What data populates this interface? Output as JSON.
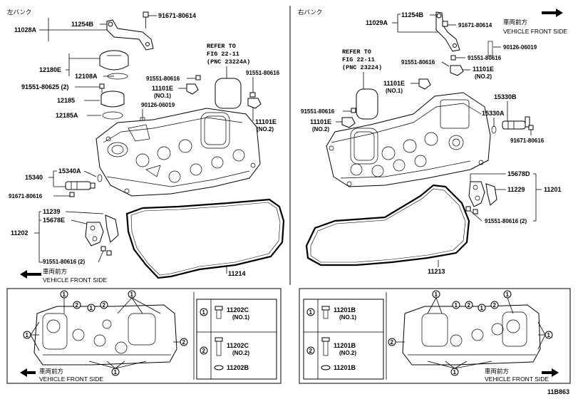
{
  "left": {
    "bank_label": "左バンク",
    "parts": {
      "p11028A": "11028A",
      "p11254B": "11254B",
      "p91671_80614": "91671-80614",
      "p12180E": "12180E",
      "p12108A": "12108A",
      "p91551_80625": "91551-80625 (2)",
      "p12185": "12185",
      "p12185A": "12185A",
      "p91551_80616a": "91551-80616",
      "p11101E_no1": "11101E",
      "no1": "(NO.1)",
      "p90126_06019": "90126-06019",
      "p91551_80616b": "91551-80616",
      "p11101E_no2": "11101E",
      "no2": "(NO.2)",
      "p15340": "15340",
      "p15340A": "15340A",
      "p91671_80616": "91671-80616",
      "p11239": "11239",
      "p15678E": "15678E",
      "p11202": "11202",
      "p91551_80616_2": "91551-80616 (2)",
      "p11214": "11214"
    },
    "refer": [
      "REFER TO",
      "FIG 22-11",
      "(PNC 23224A)"
    ],
    "front_jp": "車両前方",
    "front_en": "VEHICLE FRONT SIDE"
  },
  "right": {
    "bank_label": "右バンク",
    "parts": {
      "p11029A": "11029A",
      "p11254B": "11254B",
      "p91671_80614": "91671-80614",
      "p90126_06019": "90126-06019",
      "p91551_80616a": "91551-80616",
      "p91551_80616b": "91551-80616",
      "p11101E_no2": "11101E",
      "no2": "(NO.2)",
      "p11101E_no1": "11101E",
      "no1": "(NO.1)",
      "p15330B": "15330B",
      "p15330A": "15330A",
      "p91551_80616c": "91551-80616",
      "p11101E_b": "11101E",
      "no2b": "(NO.2)",
      "p91671_80616": "91671-80616",
      "p15678D": "15678D",
      "p11229": "11229",
      "p11201": "11201",
      "p91551_80616_2": "91551-80616 (2)",
      "p11213": "11213"
    },
    "refer": [
      "REFER TO",
      "FIG 22-11",
      "(PNC 23224)"
    ],
    "front_jp": "車両前方",
    "front_en": "VEHICLE FRONT SIDE"
  },
  "left_detail": {
    "front_jp": "車両前方",
    "front_en": "VEHICLE FRONT SIDE",
    "legend": [
      {
        "num": "1",
        "part": "11202C",
        "sub": "(NO.1)"
      },
      {
        "num": "2",
        "part": "11202C",
        "sub": "(NO.2)"
      },
      {
        "num": "",
        "part": "11202B",
        "sub": ""
      }
    ]
  },
  "right_detail": {
    "front_jp": "車両前方",
    "front_en": "VEHICLE FRONT SIDE",
    "legend": [
      {
        "num": "1",
        "part": "11201B",
        "sub": "(NO.1)"
      },
      {
        "num": "2",
        "part": "11201B",
        "sub": "(NO.2)"
      },
      {
        "num": "",
        "part": "11201B",
        "sub": ""
      }
    ]
  },
  "circle_one": "1",
  "circle_two": "2",
  "figure_code": "11B863"
}
